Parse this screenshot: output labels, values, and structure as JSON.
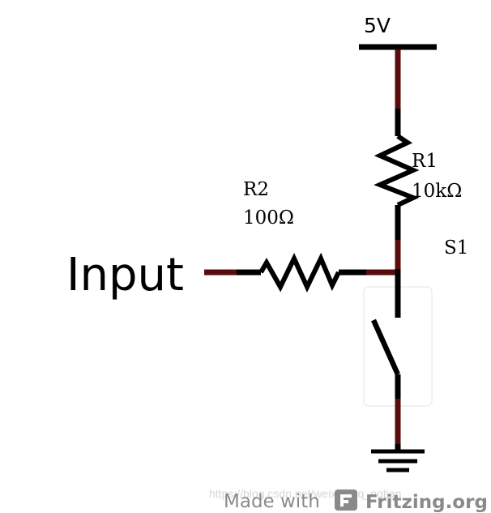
{
  "labels": {
    "supply": "5V",
    "input": "Input",
    "r1_ref": "R1",
    "r1_value": "10kΩ",
    "r2_ref": "R2",
    "r2_value": "100Ω",
    "s1_ref": "S1"
  },
  "watermark": {
    "faint_url": "https://blog.csdn.net/weixin_qq_ngtian",
    "made_with": "Made with",
    "brand": "Fritzing.org"
  },
  "colors": {
    "wire": "#000000",
    "pin": "#5a0c0c",
    "switch_outline": "#eeeeee",
    "watermark": "#8a8a8a"
  }
}
